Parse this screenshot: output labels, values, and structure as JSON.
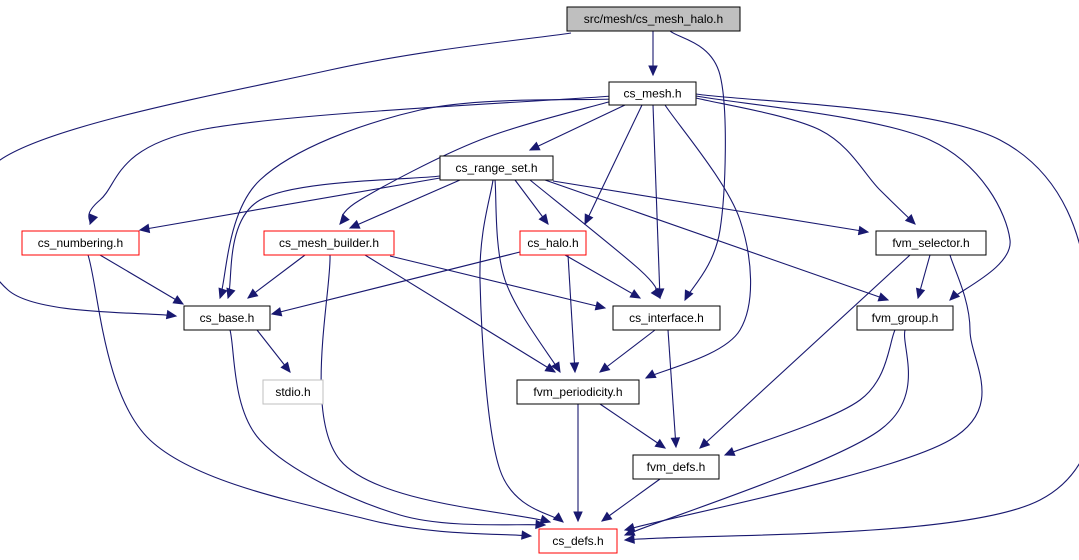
{
  "diagram": {
    "type": "include-dependency-graph",
    "colors": {
      "edge": "#191970",
      "root_fill": "#bfbfbf",
      "node_border_default": "#000000",
      "node_border_documented_red": "#ff0000",
      "node_border_external": "#bfbfbf",
      "external_text": "#808080"
    },
    "nodes": [
      {
        "id": "cs_mesh_halo",
        "label": "src/mesh/cs_mesh_halo.h",
        "style": "root"
      },
      {
        "id": "cs_mesh",
        "label": "cs_mesh.h",
        "style": "default"
      },
      {
        "id": "cs_range_set",
        "label": "cs_range_set.h",
        "style": "default"
      },
      {
        "id": "cs_numbering",
        "label": "cs_numbering.h",
        "style": "red"
      },
      {
        "id": "cs_mesh_builder",
        "label": "cs_mesh_builder.h",
        "style": "red"
      },
      {
        "id": "cs_halo",
        "label": "cs_halo.h",
        "style": "red"
      },
      {
        "id": "fvm_selector",
        "label": "fvm_selector.h",
        "style": "default"
      },
      {
        "id": "cs_base",
        "label": "cs_base.h",
        "style": "default"
      },
      {
        "id": "cs_interface",
        "label": "cs_interface.h",
        "style": "default"
      },
      {
        "id": "fvm_group",
        "label": "fvm_group.h",
        "style": "default"
      },
      {
        "id": "stdio",
        "label": "stdio.h",
        "style": "external"
      },
      {
        "id": "fvm_periodicity",
        "label": "fvm_periodicity.h",
        "style": "default"
      },
      {
        "id": "fvm_defs",
        "label": "fvm_defs.h",
        "style": "default"
      },
      {
        "id": "cs_defs",
        "label": "cs_defs.h",
        "style": "red"
      }
    ],
    "edges": [
      [
        "cs_mesh_halo",
        "cs_mesh"
      ],
      [
        "cs_mesh_halo",
        "cs_base"
      ],
      [
        "cs_mesh_halo",
        "cs_interface"
      ],
      [
        "cs_mesh",
        "cs_range_set"
      ],
      [
        "cs_mesh",
        "cs_numbering"
      ],
      [
        "cs_mesh",
        "cs_mesh_builder"
      ],
      [
        "cs_mesh",
        "cs_halo"
      ],
      [
        "cs_mesh",
        "fvm_selector"
      ],
      [
        "cs_mesh",
        "cs_base"
      ],
      [
        "cs_mesh",
        "cs_interface"
      ],
      [
        "cs_mesh",
        "fvm_group"
      ],
      [
        "cs_mesh",
        "fvm_periodicity"
      ],
      [
        "cs_mesh",
        "cs_defs"
      ],
      [
        "cs_range_set",
        "cs_numbering"
      ],
      [
        "cs_range_set",
        "cs_mesh_builder"
      ],
      [
        "cs_range_set",
        "cs_halo"
      ],
      [
        "cs_range_set",
        "fvm_selector"
      ],
      [
        "cs_range_set",
        "cs_base"
      ],
      [
        "cs_range_set",
        "cs_interface"
      ],
      [
        "cs_range_set",
        "fvm_group"
      ],
      [
        "cs_range_set",
        "fvm_periodicity"
      ],
      [
        "cs_range_set",
        "cs_defs"
      ],
      [
        "cs_numbering",
        "cs_base"
      ],
      [
        "cs_numbering",
        "cs_defs"
      ],
      [
        "cs_mesh_builder",
        "cs_base"
      ],
      [
        "cs_mesh_builder",
        "cs_interface"
      ],
      [
        "cs_mesh_builder",
        "fvm_periodicity"
      ],
      [
        "cs_mesh_builder",
        "cs_defs"
      ],
      [
        "cs_halo",
        "cs_base"
      ],
      [
        "cs_halo",
        "cs_interface"
      ],
      [
        "cs_halo",
        "fvm_periodicity"
      ],
      [
        "fvm_selector",
        "fvm_group"
      ],
      [
        "fvm_selector",
        "fvm_defs"
      ],
      [
        "fvm_selector",
        "cs_defs"
      ],
      [
        "cs_base",
        "stdio"
      ],
      [
        "cs_base",
        "cs_defs"
      ],
      [
        "cs_interface",
        "fvm_periodicity"
      ],
      [
        "cs_interface",
        "fvm_defs"
      ],
      [
        "fvm_group",
        "fvm_defs"
      ],
      [
        "fvm_group",
        "cs_defs"
      ],
      [
        "fvm_periodicity",
        "fvm_defs"
      ],
      [
        "fvm_periodicity",
        "cs_defs"
      ],
      [
        "fvm_defs",
        "cs_defs"
      ]
    ]
  }
}
